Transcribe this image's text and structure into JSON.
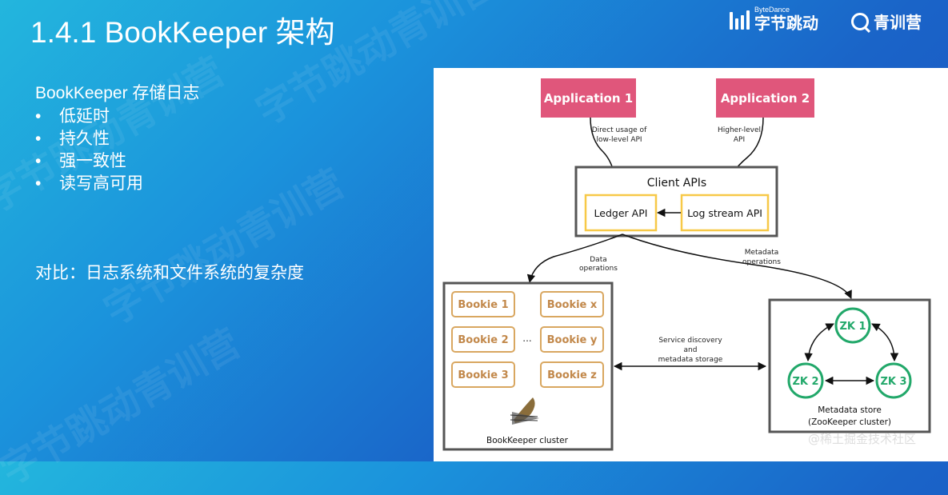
{
  "slide": {
    "title": "1.4.1 BookKeeper 架构"
  },
  "branding": {
    "bytedance_small": "ByteDance",
    "bytedance_name": "字节跳动",
    "camp_name": "青训营",
    "watermark_text": "字节跳动青训营"
  },
  "content": {
    "heading": "BookKeeper 存储日志",
    "bullets": [
      "低延时",
      "持久性",
      "强一致性",
      "读写高可用"
    ],
    "comparison": "对比：日志系统和文件系统的复杂度"
  },
  "diagram": {
    "app1": "Application 1",
    "app2": "Application 2",
    "app1_note_line1": "Direct usage of",
    "app1_note_line2": "low-level API",
    "app2_note_line1": "Higher-level",
    "app2_note_line2": "API",
    "client_apis": "Client APIs",
    "ledger_api": "Ledger API",
    "log_stream_api": "Log stream API",
    "data_ops_line1": "Data",
    "data_ops_line2": "operations",
    "meta_ops_line1": "Metadata",
    "meta_ops_line2": "operations",
    "bookies": [
      "Bookie 1",
      "Bookie 2",
      "Bookie 3",
      "Bookie x",
      "Bookie y",
      "Bookie z"
    ],
    "ellipsis": "...",
    "bookkeeper_cluster": "BookKeeper cluster",
    "service_line1": "Service discovery",
    "service_line2": "and",
    "service_line3": "metadata storage",
    "zk1": "ZK 1",
    "zk2": "ZK 2",
    "zk3": "ZK 3",
    "metadata_store_line1": "Metadata store",
    "metadata_store_line2": "(ZooKeeper cluster)"
  },
  "source_label": "@稀土掘金技术社区",
  "colors": {
    "app_fill": "#e0567b",
    "ledger_border": "#f7c948",
    "bookie_border": "#d9a760",
    "bookie_text": "#c2884a",
    "zk_green": "#22a86a",
    "box_border": "#555555"
  },
  "icons": {
    "brand_logo": "bytedance-logo-icon",
    "camp_logo": "qingxunying-logo-icon",
    "feather": "feather-icon"
  }
}
